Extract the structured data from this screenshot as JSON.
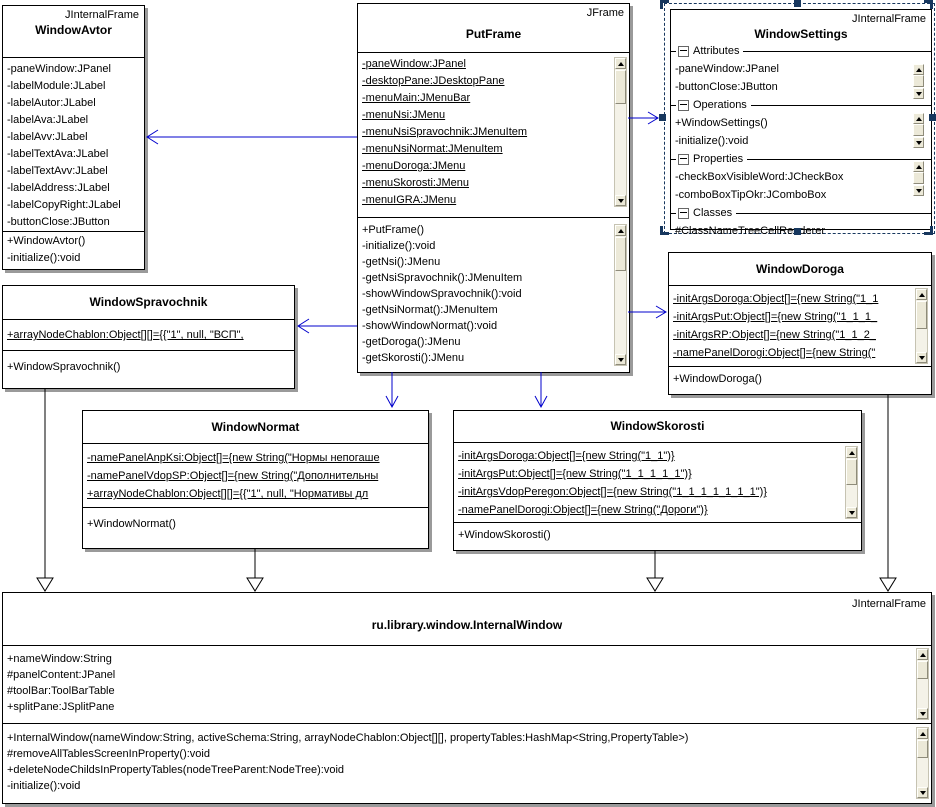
{
  "colors": {
    "connector_blue": "#0000cc",
    "inherit_line": "#000000",
    "selection": "#17375e",
    "shadow": "#9a9a9a",
    "scrollbar_face": "#ece9d8"
  },
  "icons": {
    "collapse": "minus-box-icon",
    "scroll_up": "triangle-up",
    "scroll_down": "triangle-down",
    "association_arrow": "open-arrow-blue",
    "generalization_arrow": "hollow-triangle"
  },
  "diagram": {
    "avtor": {
      "stereotype": "JInternalFrame",
      "name": "WindowAvtor",
      "attrs": [
        "-paneWindow:JPanel",
        "-labelModule:JLabel",
        "-labelAutor:JLabel",
        "-labelAva:JLabel",
        "-labelAvv:JLabel",
        "-labelTextAva:JLabel",
        "-labelTextAvv:JLabel",
        "-labelAddress:JLabel",
        "-labelCopyRight:JLabel",
        "-buttonClose:JButton"
      ],
      "ops": [
        "+WindowAvtor()",
        "-initialize():void"
      ]
    },
    "putframe": {
      "stereotype": "JFrame",
      "name": "PutFrame",
      "attrs": [
        "-paneWindow:JPanel",
        "-desktopPane:JDesktopPane",
        "-menuMain:JMenuBar",
        "-menuNsi:JMenu",
        "-menuNsiSpravochnik:JMenuItem",
        "-menuNsiNormat:JMenuItem",
        "-menuDoroga:JMenu",
        "-menuSkorosti:JMenu",
        "-menuIGRA:JMenu"
      ],
      "ops": [
        "+PutFrame()",
        "-initialize():void",
        "-getNsi():JMenu",
        "-getNsiSpravochnik():JMenuItem",
        "-showWindowSpravochnik():void",
        "-getNsiNormat():JMenuItem",
        "-showWindowNormat():void",
        "-getDoroga():JMenu",
        "-getSkorosti():JMenu"
      ]
    },
    "settings": {
      "stereotype": "JInternalFrame",
      "name": "WindowSettings",
      "sections": [
        {
          "label": "Attributes",
          "items": [
            "-paneWindow:JPanel",
            "-buttonClose:JButton"
          ]
        },
        {
          "label": "Operations",
          "items": [
            "+WindowSettings()",
            "-initialize():void"
          ]
        },
        {
          "label": "Properties",
          "items": [
            "-checkBoxVisibleWord:JCheckBox",
            "-comboBoxTipOkr:JComboBox"
          ]
        },
        {
          "label": "Classes",
          "items": [
            "#ClassNameTreeCellRenderer"
          ]
        }
      ]
    },
    "doroga": {
      "name": "WindowDoroga",
      "attrs": [
        "-initArgsDoroga:Object[]={new String(\"1_1",
        "-initArgsPut:Object[]={new String(\"1_1_1_",
        "-initArgsRP:Object[]={new String(\"1_1_2_",
        "-namePanelDorogi:Object[]={new String(\""
      ],
      "ops": [
        "+WindowDoroga()"
      ]
    },
    "spravochnik": {
      "name": "WindowSpravochnik",
      "attrs": [
        "+arrayNodeChablon:Object[][]={{\"1\", null, \"ВСП\","
      ],
      "ops": [
        "+WindowSpravochnik()"
      ]
    },
    "normat": {
      "name": "WindowNormat",
      "attrs": [
        "-namePanelAnpKsi:Object[]={new String(\"Нормы непогаше",
        "-namePanelVdopSP:Object[]={new String(\"Дополнительны",
        "+arrayNodeChablon:Object[][]={{\"1\", null, \"Нормативы дл"
      ],
      "ops": [
        "+WindowNormat()"
      ]
    },
    "skorosti": {
      "name": "WindowSkorosti",
      "attrs": [
        "-initArgsDoroga:Object[]={new String(\"1_1\")}",
        "-initArgsPut:Object[]={new String(\"1_1_1_1_1\")}",
        "-initArgsVdopPeregon:Object[]={new String(\"1_1_1_1_1_1_1\")}",
        "-namePanelDorogi:Object[]={new String(\"Дороги\")}"
      ],
      "ops": [
        "+WindowSkorosti()"
      ]
    },
    "internal": {
      "stereotype": "JInternalFrame",
      "name": "ru.library.window.InternalWindow",
      "attrs": [
        "+nameWindow:String",
        "#panelContent:JPanel",
        "#toolBar:ToolBarTable",
        "+splitPane:JSplitPane"
      ],
      "ops": [
        "+InternalWindow(nameWindow:String, activeSchema:String, arrayNodeChablon:Object[][], propertyTables:HashMap<String,PropertyTable>)",
        "#removeAllTablesScreenInProperty():void",
        "+deleteNodeChildsInPropertyTables(nodeTreeParent:NodeTree):void",
        "-initialize():void"
      ]
    }
  }
}
